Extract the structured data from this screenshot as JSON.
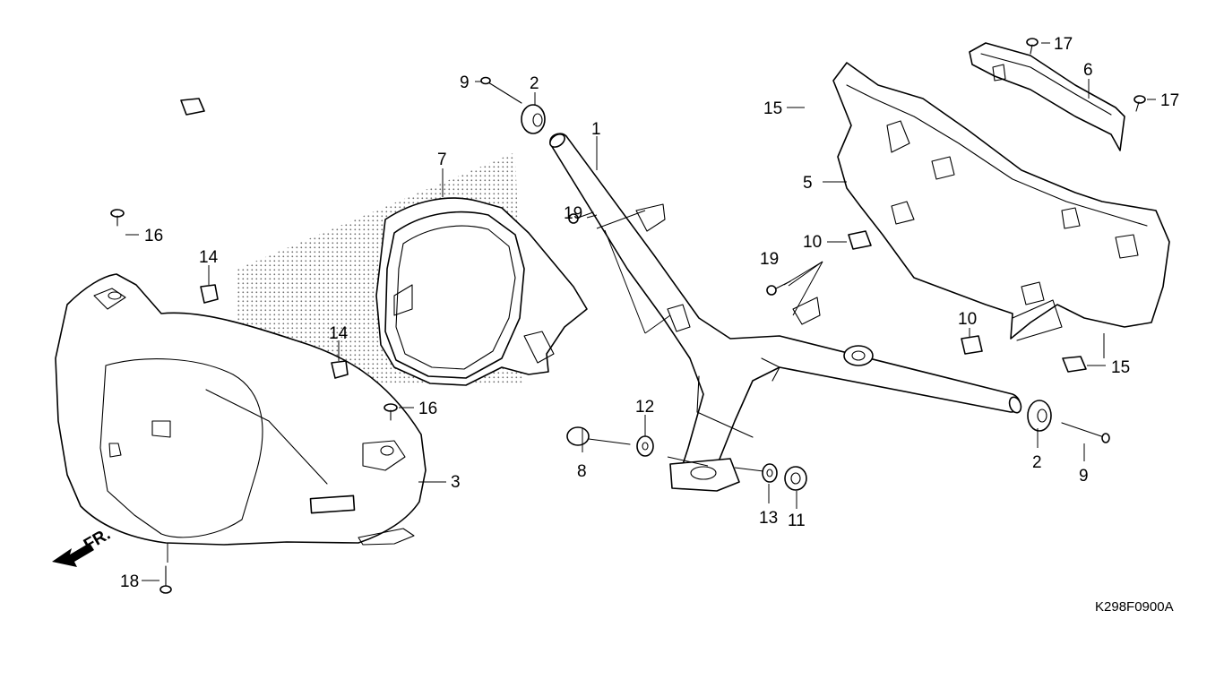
{
  "diagram_code": "K298F0900A",
  "front_label": "FR.",
  "callouts": {
    "c1": "1",
    "c2a": "2",
    "c2b": "2",
    "c3": "3",
    "c5": "5",
    "c6": "6",
    "c7": "7",
    "c8": "8",
    "c9a": "9",
    "c9b": "9",
    "c10a": "10",
    "c10b": "10",
    "c11": "11",
    "c12": "12",
    "c13": "13",
    "c14a": "14",
    "c14b": "14",
    "c15a": "15",
    "c15b": "15",
    "c16a": "16",
    "c16b": "16",
    "c17a": "17",
    "c17b": "17",
    "c18": "18",
    "c19a": "19",
    "c19b": "19"
  }
}
